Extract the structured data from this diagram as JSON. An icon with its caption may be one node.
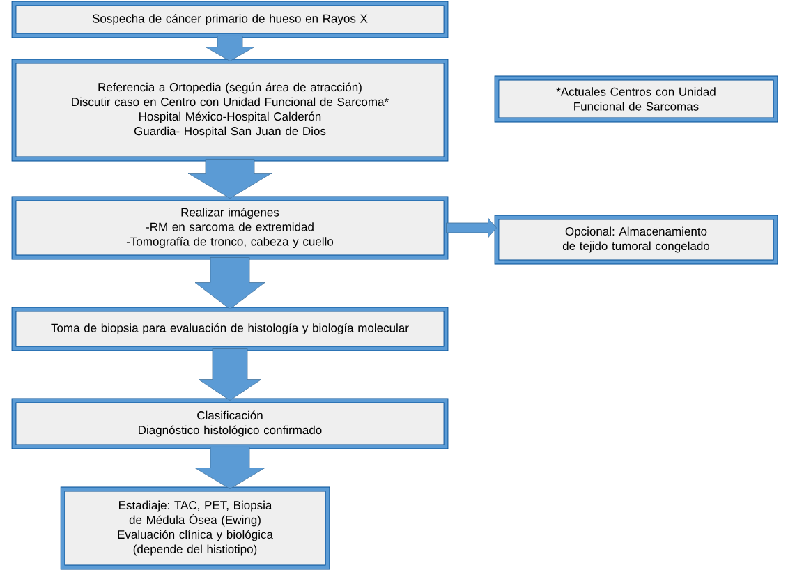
{
  "diagram": {
    "nodes": [
      {
        "text": [
          "Sospecha de cáncer primario de hueso en Rayos X"
        ]
      },
      {
        "text": [
          "Referencia a Ortopedia (según área de atracción)",
          "Discutir caso en Centro con Unidad Funcional de Sarcoma*",
          "Hospital México-Hospital Calderón Guardia- Hospital San Juan de Dios"
        ]
      },
      {
        "text": [
          "*Actuales Centros con Unidad Funcional de Sarcomas"
        ]
      },
      {
        "text": [
          "Realizar imágenes",
          "-RM en sarcoma de extremidad",
          "-Tomografía de tronco, cabeza y cuello"
        ]
      },
      {
        "text": [
          "Opcional: Almacenamiento de tejido tumoral congelado"
        ]
      },
      {
        "text": [
          "Toma de biopsia para evaluación de histología y biología molecular"
        ]
      },
      {
        "text": [
          "Clasificación",
          "Diagnóstico histológico confirmado"
        ]
      },
      {
        "text": [
          "Estadiaje: TAC, PET, Biopsia de Médula Ósea (Ewing)",
          "Evaluación clínica y biológica (depende del histiotipo)"
        ]
      }
    ],
    "edges": [
      {
        "from": 0,
        "to": 1,
        "arrow": "to"
      },
      {
        "from": 1,
        "to": 3,
        "arrow": "to"
      },
      {
        "from": 3,
        "to": 4,
        "arrow": "to"
      },
      {
        "from": 3,
        "to": 5,
        "arrow": "to"
      },
      {
        "from": 5,
        "to": 6,
        "arrow": "to"
      },
      {
        "from": 6,
        "to": 7,
        "arrow": "to"
      }
    ]
  }
}
